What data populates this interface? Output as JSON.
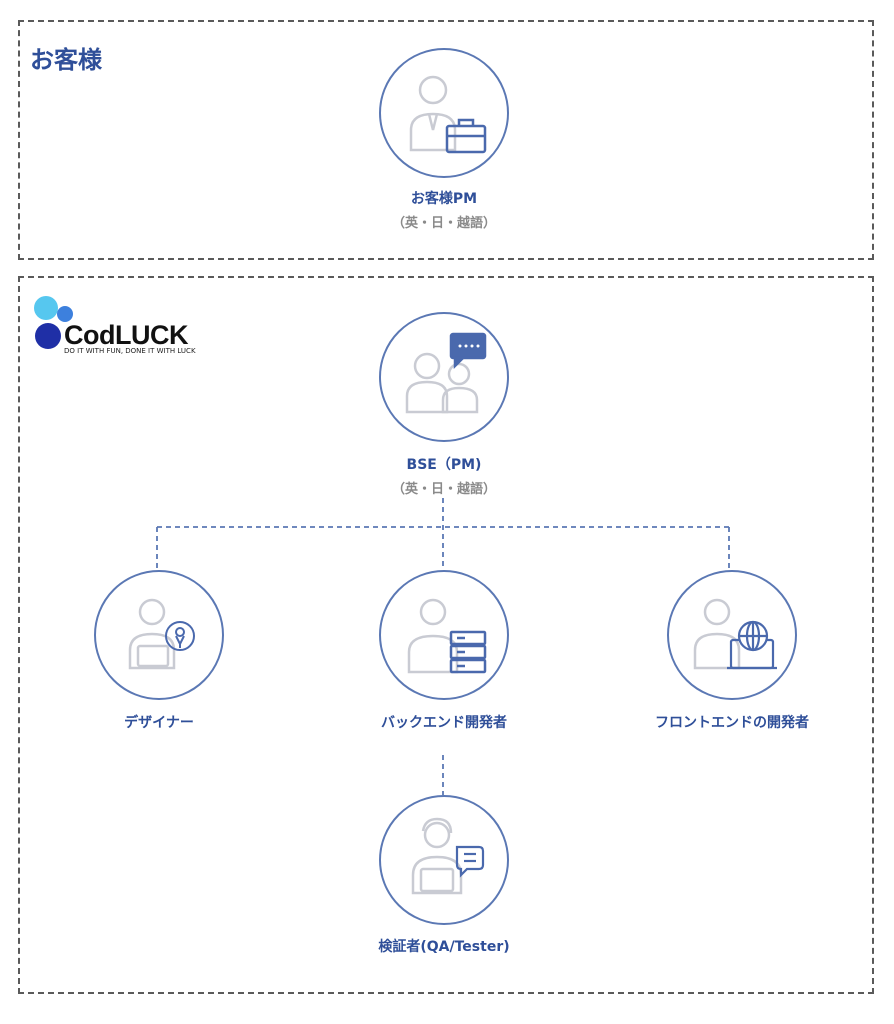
{
  "client_section": {
    "title": "お客様",
    "pm": {
      "label": "お客様PM",
      "languages": "（英・日・越語）"
    }
  },
  "company_section": {
    "logo": {
      "name": "CodLUCK",
      "tagline": "DO IT WITH FUN, DONE IT WITH LUCK"
    },
    "bse": {
      "label": "BSE（PM)",
      "languages": "（英・日・越語）"
    },
    "designer": {
      "label": "デザイナー"
    },
    "backend": {
      "label": "バックエンド開発者"
    },
    "frontend": {
      "label": "フロントエンドの開発者"
    },
    "tester": {
      "label": "検証者(QA/Tester)"
    }
  },
  "colors": {
    "accent": "#2f4f99",
    "circle_border": "#5b78b4",
    "icon_gray": "#c9cbd3",
    "icon_blue": "#4a69ad",
    "connector": "#5b78b4",
    "frame": "#5a5a5a"
  }
}
